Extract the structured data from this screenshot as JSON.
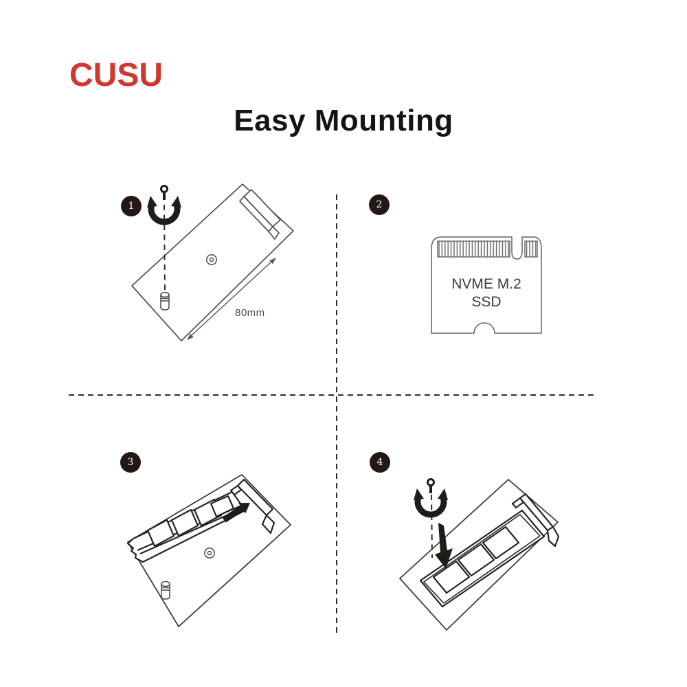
{
  "brand": {
    "name": "CUSU",
    "color": "#D1372F"
  },
  "title": "Easy Mounting",
  "steps": [
    {
      "number": "1",
      "dimension_label": "80mm"
    },
    {
      "number": "2",
      "card_label_line1": "NVME M.2",
      "card_label_line2": "SSD"
    },
    {
      "number": "3"
    },
    {
      "number": "4"
    }
  ],
  "colors": {
    "brand_red": "#D1372F",
    "line_gray": "#4F4F4F",
    "line_dark": "#27251F",
    "badge_bg": "#231815",
    "badge_text": "#FFFFFF",
    "divider": "#2B2B2B",
    "background": "#FFFFFF"
  },
  "icons": {
    "rotate_screw": "curved-rotation-arrow",
    "screw_standoff": "screw-post",
    "screw_hole": "screw-hole-ring",
    "insert_arrow": "solid-arrow-up-right",
    "press_arrow": "solid-arrow-down",
    "dimension_arrow": "double-headed-arrow"
  }
}
